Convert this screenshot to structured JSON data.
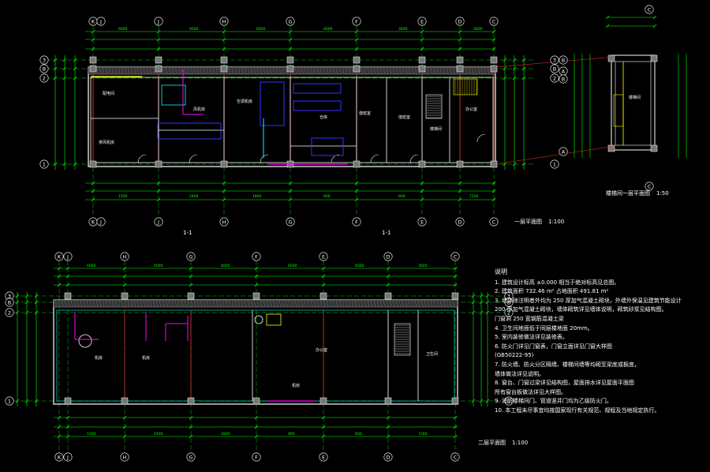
{
  "plan_titles": {
    "first_floor": "一层平面图",
    "first_floor_scale": "1:100",
    "second_floor": "二层平面图",
    "second_floor_scale": "1:100",
    "stair_detail": "楼梯间一层平面图",
    "stair_detail_scale": "1:50"
  },
  "section_marks": [
    "1-1",
    "1-1"
  ],
  "axis_labels": {
    "top_plan": [
      "K",
      "J",
      "H",
      "G",
      "F",
      "E",
      "D",
      "C"
    ],
    "bottom_plan": [
      "K",
      "J",
      "H",
      "G",
      "F",
      "E",
      "D",
      "C"
    ],
    "rows": [
      "3",
      "B",
      "2",
      "1"
    ],
    "detail": [
      "C",
      "B",
      "A"
    ]
  },
  "rooms": {
    "r1": "配电间",
    "r2": "排风机房",
    "r3": "风机房",
    "r4": "空调机房",
    "r5": "仓库",
    "r6": "值班室",
    "r7": "楼梯间",
    "r8": "办公室",
    "r9": "机房",
    "r10": "卫生间"
  },
  "dims": {
    "d1": "1500",
    "d2": "3600",
    "d3": "6000",
    "d4": "2400",
    "d5": "1800",
    "d6": "900",
    "d7": "600",
    "d8": "7200"
  },
  "notes": {
    "title": "说明",
    "lines": [
      "1. 建筑设计标高 ±0.000 相当于绝对标高见总图。",
      "2. 建筑面积 732.46 m²  占地面积 491.81 m²",
      "3. 墙体除注明者外均为 250 厚加气混凝土砌块，外墙外保温见建筑节能设计",
      "   200 厚加气混凝土砌块，墙体砌筑详见墙体说明，砌筑砂浆见结构图。",
      "   门窗洞 250 宽钢筋混凝土梁",
      "4. 卫生间地面低于同层楼地面 20mm。",
      "5. 室内装修做法详见装修表。",
      "6. 防火门详见门窗表，门窗立面详见门窗大样图",
      "   (GB50222-95)",
      "7. 防火墙、防火分区隔墙、楼梯间墙等均砌至梁底或板底，",
      "   墙体做法详见说明。",
      "8. 窗台、门窗过梁详见结构图，屋面排水详见屋面平面图",
      "   所有窗台板做法详见大样图。",
      "9. 消防楼梯间门、管道竖井门均为乙级防火门。",
      "10. 本工程未尽事宜均按国家现行有关规范、规程及当地规定执行。"
    ]
  }
}
